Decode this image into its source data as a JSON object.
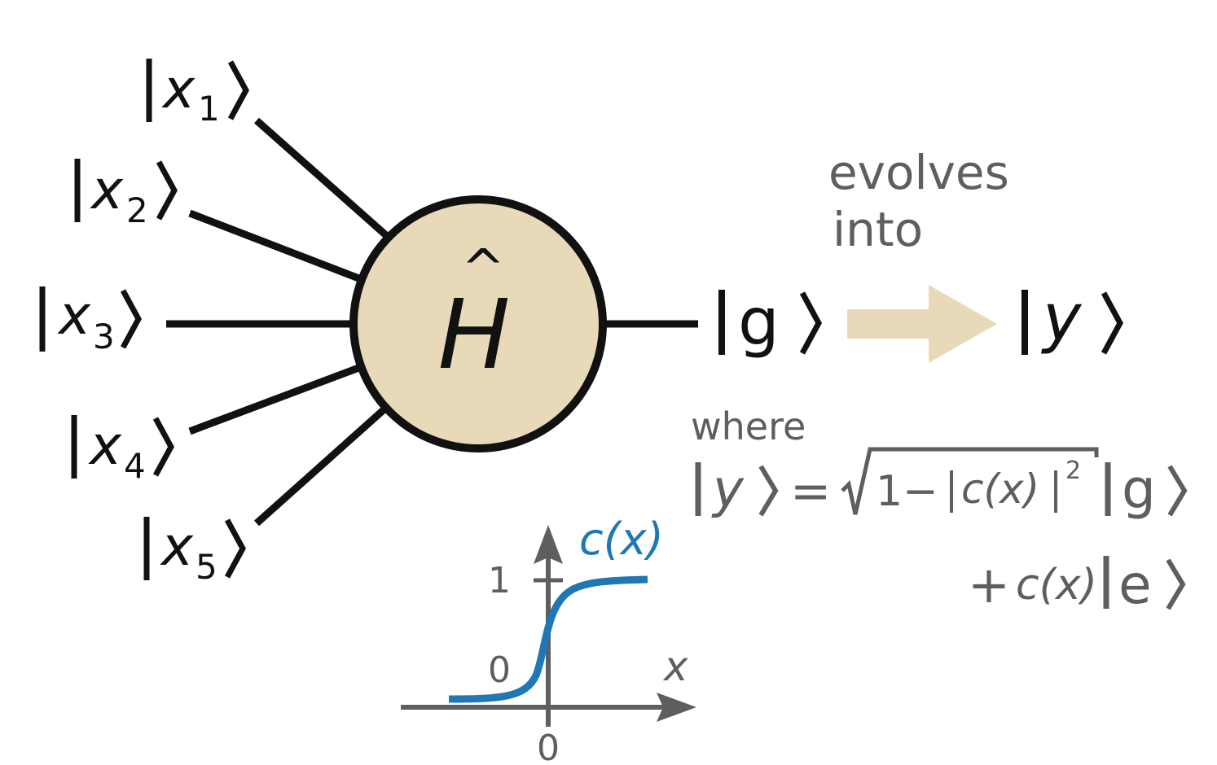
{
  "colors": {
    "line": "#111111",
    "node_fill": "#e8dab8",
    "arrow_fill": "#e8dab8",
    "gray_text": "#5e5e5e",
    "sigmoid": "#1f77b4"
  },
  "inputs": {
    "letter": "x",
    "subscripts": [
      "1",
      "2",
      "3",
      "4",
      "5"
    ]
  },
  "node": {
    "operator": "H",
    "hat": "^"
  },
  "ground_state": "g",
  "caption": {
    "line1": "evolves",
    "line2": "into"
  },
  "output_state": "y",
  "where": {
    "label": "where",
    "lhs": "y",
    "equals": "=",
    "one_minus": "1−",
    "c_of_x": "c(x)",
    "exponent": "2",
    "g": "g",
    "plus": "+",
    "c_of_x_2": "c(x)",
    "e": "e"
  },
  "inset": {
    "curve_label": "c(x)",
    "y_tick_1": "1",
    "y_tick_0": "0",
    "x_tick_0": "0",
    "x_axis_label": "x"
  }
}
